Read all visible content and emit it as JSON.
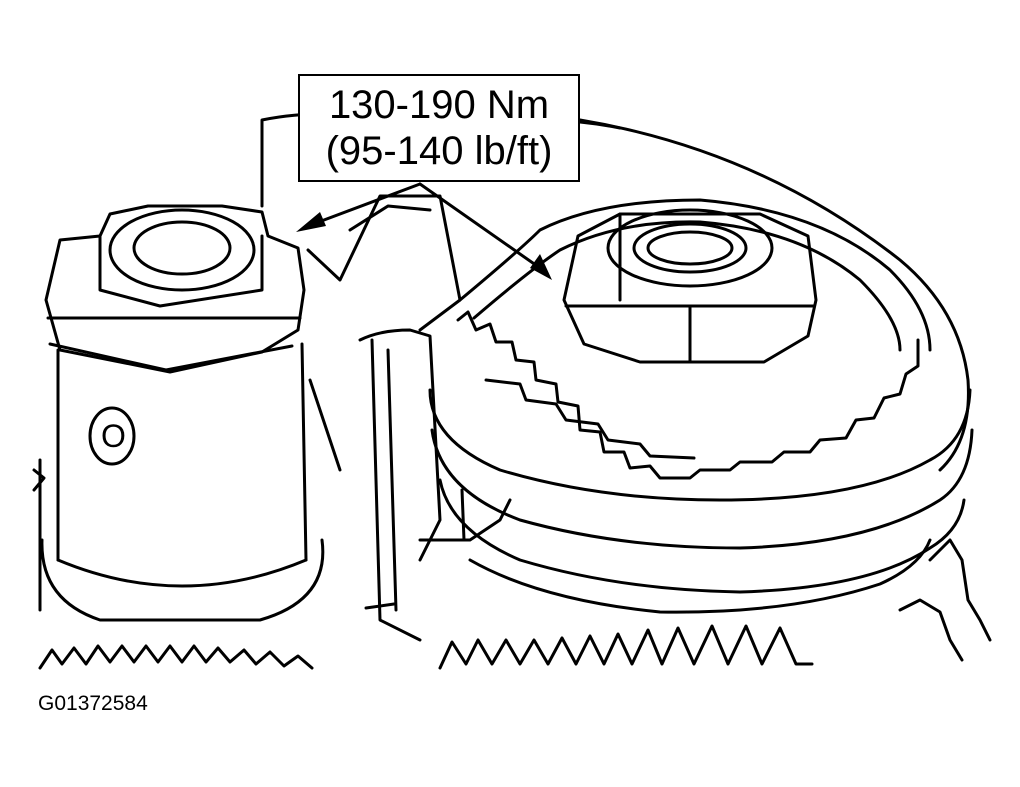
{
  "callout": {
    "torque_nm": "130-190 Nm",
    "torque_lbft": "(95-140 lb/ft)"
  },
  "figure_code": "G01372584",
  "cylinder_mark": "O"
}
